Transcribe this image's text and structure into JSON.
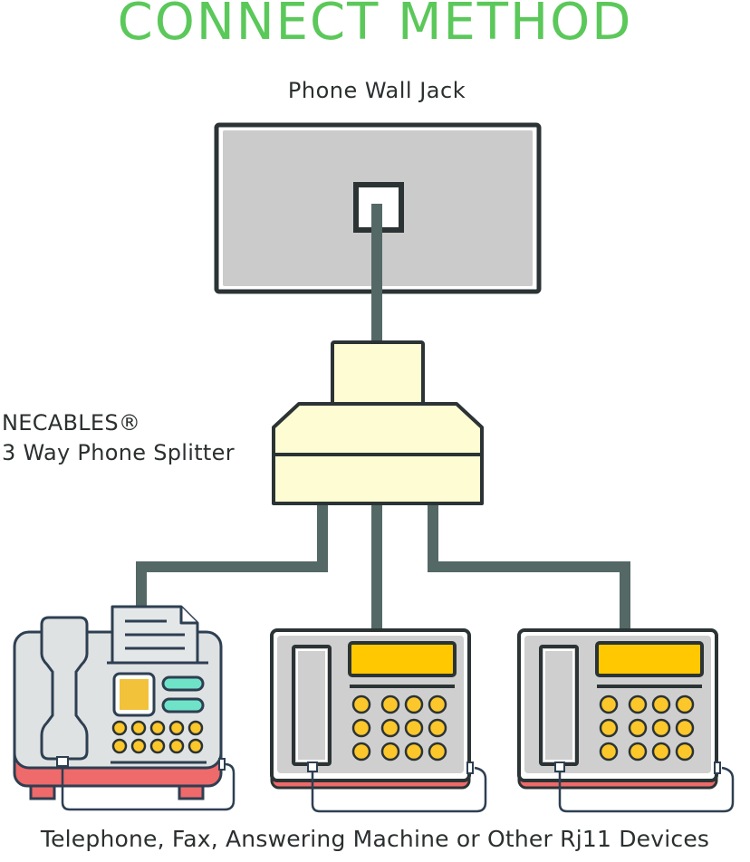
{
  "title": "CONNECT METHOD",
  "colors": {
    "title": "#5bc85a",
    "outline": "#2b3335",
    "cable": "#546866",
    "wall_jack_fill": "#cbcbcb",
    "splitter_fill": "#fefcd2",
    "device_body": "#cfcfcf",
    "fax_body": "#dfe2e2",
    "device_base": "#ef6a6a",
    "display": "#ffc800",
    "keypad_button": "#fcc72a",
    "fax_display": "#f2c23b",
    "fax_button": "#6fe3c8",
    "cord": "#2e3f52"
  },
  "wall_jack": {
    "label": "Phone Wall Jack"
  },
  "splitter": {
    "label_line1": "NECABLES®",
    "label_line2": "3 Way Phone Splitter",
    "outputs": 3
  },
  "devices": {
    "label": "Telephone, Fax, Answering Machine or Other Rj11 Devices",
    "items": [
      {
        "type": "fax",
        "name": "Fax machine",
        "keypad_rows": 2,
        "keypad_cols": 5
      },
      {
        "type": "telephone",
        "name": "Telephone",
        "keypad_rows": 3,
        "keypad_cols": 4
      },
      {
        "type": "telephone",
        "name": "Telephone",
        "keypad_rows": 3,
        "keypad_cols": 4
      }
    ]
  }
}
